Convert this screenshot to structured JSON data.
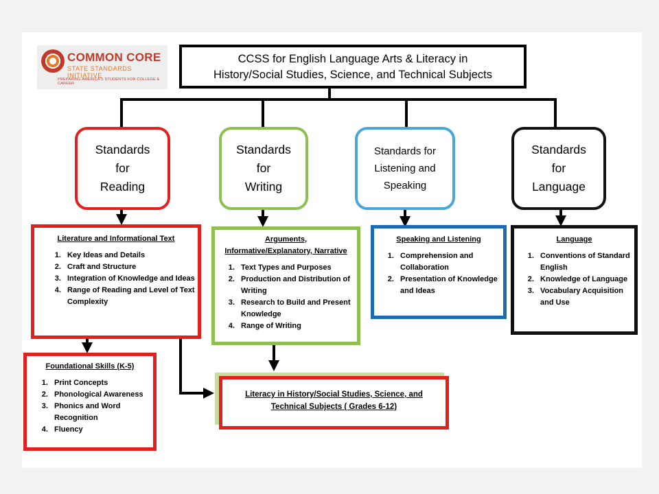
{
  "logo": {
    "brand": "COMMON CORE",
    "subtitle": "STATE STANDARDS INITIATIVE",
    "tagline": "PREPARING AMERICA'S STUDENTS FOR COLLEGE & CAREER"
  },
  "title": {
    "line1": "CCSS for English Language Arts & Literacy in",
    "line2": "History/Social Studies, Science, and Technical Subjects"
  },
  "standards": {
    "reading": [
      "Standards",
      "for",
      "Reading"
    ],
    "writing": [
      "Standards",
      "for",
      "Writing"
    ],
    "listening": [
      "Standards for",
      "Listening and",
      "Speaking"
    ],
    "language": [
      "Standards",
      "for",
      "Language"
    ]
  },
  "cards": {
    "reading": {
      "heading": "Literature and Informational Text",
      "items": [
        "Key Ideas and Details",
        "Craft and Structure",
        "Integration of Knowledge and Ideas",
        "Range of Reading and Level of Text Complexity"
      ]
    },
    "writing": {
      "heading_line1": "Arguments,",
      "heading_line2": "Informative/Explanatory, Narrative",
      "items": [
        "Text Types and Purposes",
        "Production and Distribution of Writing",
        "Research to Build and Present Knowledge",
        "Range of Writing"
      ]
    },
    "listening": {
      "heading": "Speaking and Listening",
      "items": [
        "Comprehension and Collaboration",
        "Presentation of Knowledge and Ideas"
      ]
    },
    "language": {
      "heading": "Language",
      "items": [
        "Conventions of Standard English",
        "Knowledge of Language",
        "Vocabulary Acquisition and Use"
      ]
    },
    "foundational": {
      "heading": "Foundational Skills (K-5)",
      "items": [
        "Print Concepts",
        "Phonological Awareness",
        "Phonics and Word Recognition",
        "Fluency"
      ]
    },
    "literacy": {
      "line1": "Literacy in History/Social Studies, Science, and",
      "line2": "Technical Subjects ( Grades 6-12)"
    }
  },
  "colors": {
    "reading": "#e0211e",
    "writing": "#8dc050",
    "listening": "#4aa6d8",
    "language": "#111111",
    "speaking_card": "#1f68b5",
    "literacy_shadow": "#c5e09b"
  }
}
